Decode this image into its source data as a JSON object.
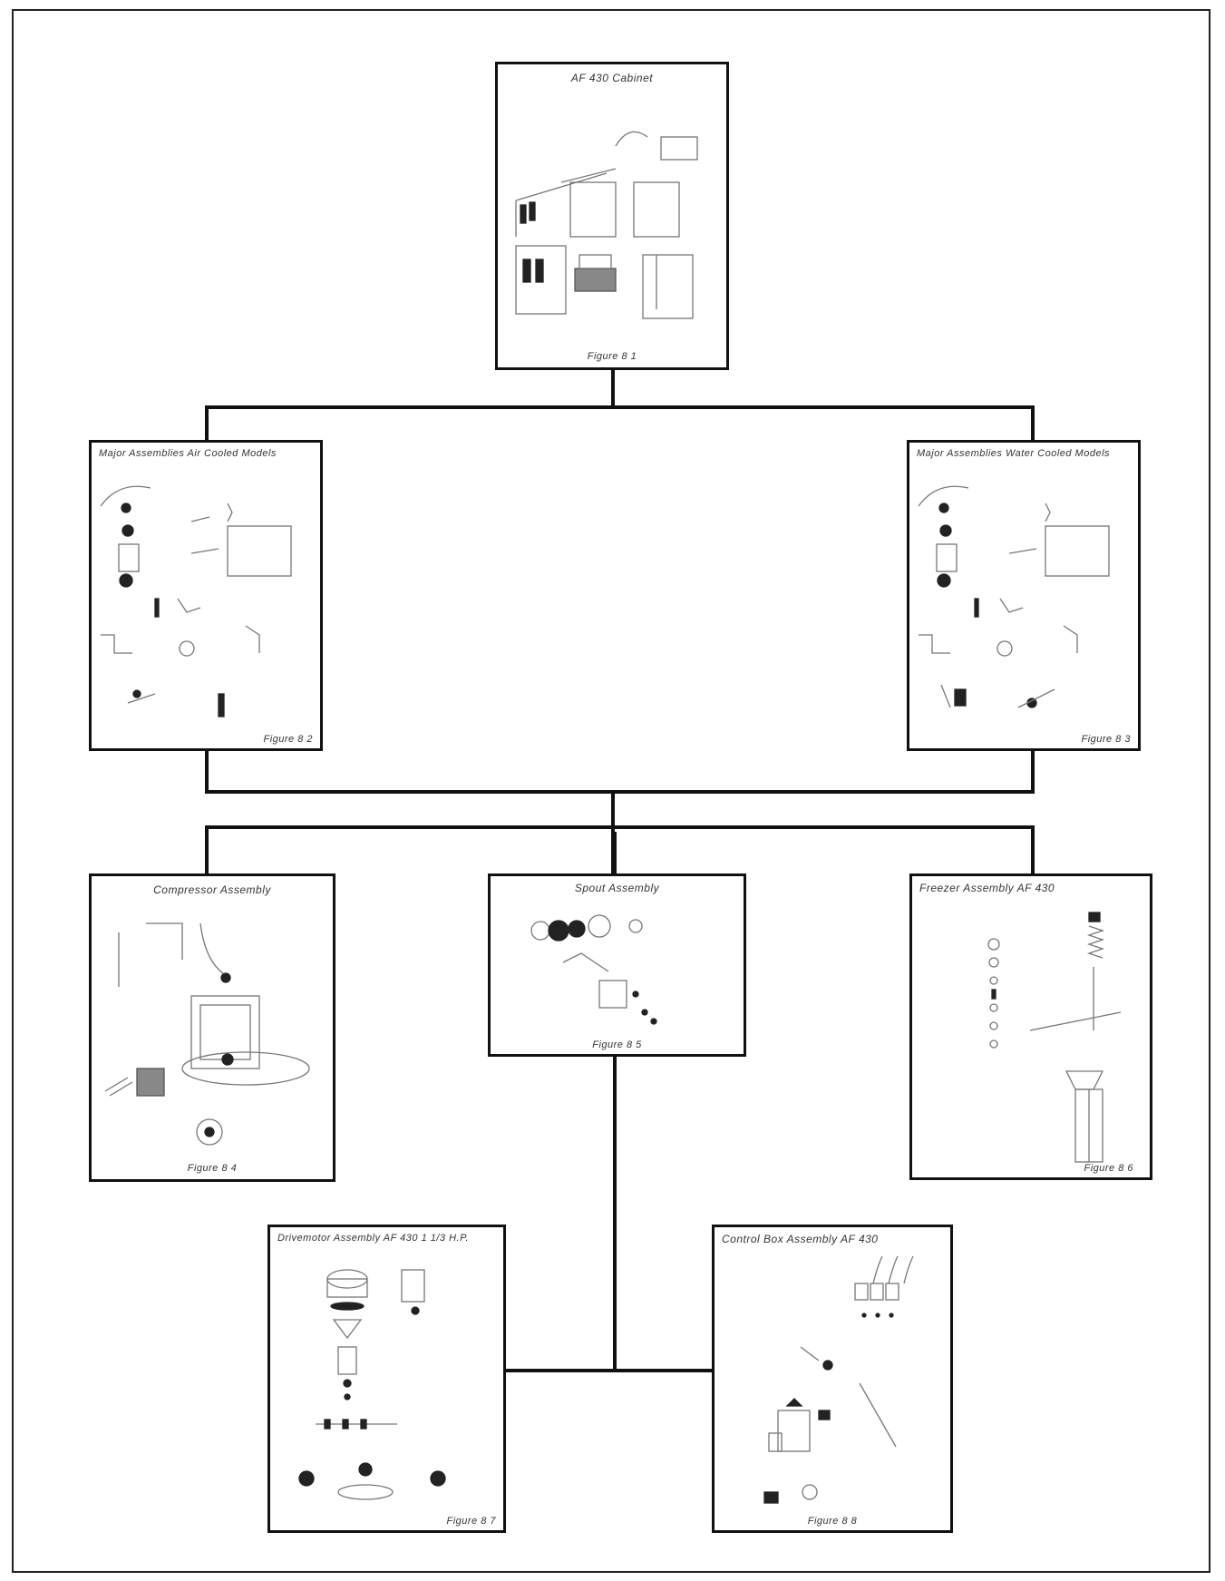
{
  "panels": {
    "cabinet": {
      "title": "AF 430 Cabinet",
      "caption": "Figure 8 1",
      "icon": "cabinet-exploded-drawing"
    },
    "air_cooled": {
      "title": "Major Assemblies   Air Cooled Models",
      "caption": "Figure 8 2",
      "icon": "assemblies-exploded-drawing"
    },
    "water_cooled": {
      "title": "Major Assemblies   Water Cooled Models",
      "caption": "Figure 8 3",
      "icon": "assemblies-exploded-drawing"
    },
    "compressor": {
      "title": "Compressor Assembly",
      "caption": "Figure 8 4",
      "icon": "compressor-drawing"
    },
    "spout": {
      "title": "Spout Assembly",
      "caption": "Figure 8 5",
      "icon": "spout-drawing"
    },
    "freezer": {
      "title": "Freezer Assembly AF 430",
      "caption": "Figure 8 6",
      "icon": "freezer-drawing"
    },
    "drivemotor": {
      "title": "Drivemotor Assembly   AF 430 1   1/3 H.P.",
      "caption": "Figure 8 7",
      "icon": "drivemotor-drawing"
    },
    "control_box": {
      "title": "Control Box Assembly   AF 430",
      "caption": "Figure 8 8",
      "icon": "control-box-drawing"
    }
  },
  "colors": {
    "line": "#111111",
    "sketch": "#777777",
    "background": "#ffffff"
  }
}
